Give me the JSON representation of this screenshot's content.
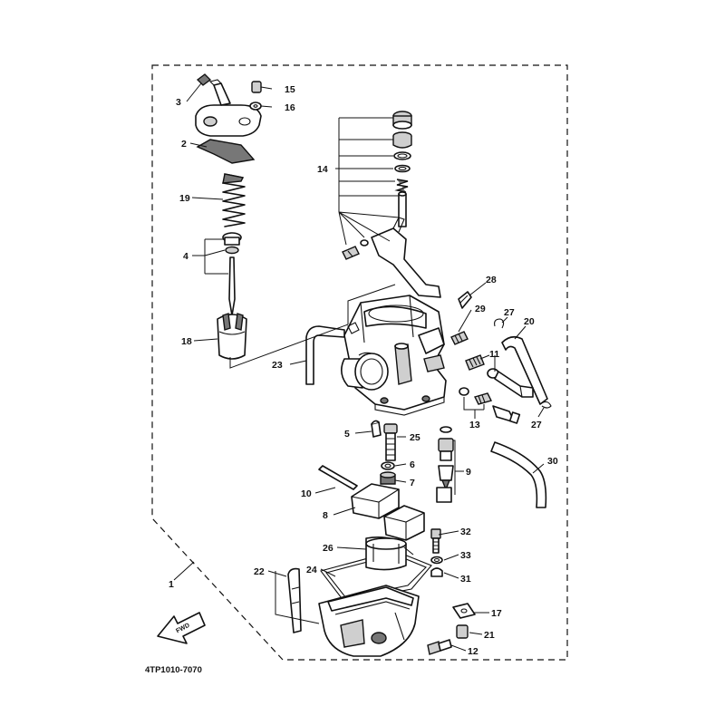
{
  "diagram": {
    "code": "4TP1010-7070",
    "fwd_label": "FWD",
    "callouts": [
      "1",
      "2",
      "3",
      "4",
      "5",
      "6",
      "7",
      "8",
      "9",
      "10",
      "11",
      "12",
      "13",
      "14",
      "15",
      "16",
      "17",
      "18",
      "19",
      "20",
      "21",
      "22",
      "23",
      "24",
      "25",
      "26",
      "27",
      "27",
      "28",
      "29",
      "30",
      "31",
      "32",
      "33"
    ]
  }
}
